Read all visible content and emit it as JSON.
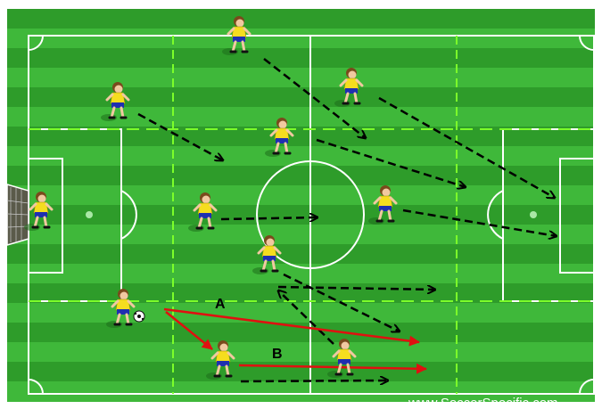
{
  "diagram": {
    "labels": {
      "a": "A",
      "b": "B"
    },
    "watermark": "www.SoccerSpecific.com",
    "colors": {
      "grass_light": "#3fb83a",
      "grass_dark": "#2e9c2a",
      "lines": "#ffffff",
      "zone_lines": "#7cff2a",
      "run_arrow": "#000000",
      "pass_arrow": "#e01010",
      "shirt": "#f5dd1f",
      "shorts": "#1f2fb0"
    },
    "players": [
      "player-gk",
      "player-top",
      "player-left-mid",
      "player-right-top",
      "player-center-top",
      "player-left-center",
      "player-right-center",
      "player-center-mid",
      "player-ball-carrier",
      "player-b-receiver",
      "player-bottom-right"
    ],
    "arrows": {
      "runs": [
        "run-top-diagonal",
        "run-left-mid",
        "run-right-top",
        "run-center-top",
        "run-left-center",
        "run-right-center",
        "run-center-mid",
        "run-mid-down",
        "run-bottom-right-back",
        "run-bottom"
      ],
      "passes": [
        "pass-a",
        "pass-to-b",
        "pass-b"
      ]
    }
  }
}
